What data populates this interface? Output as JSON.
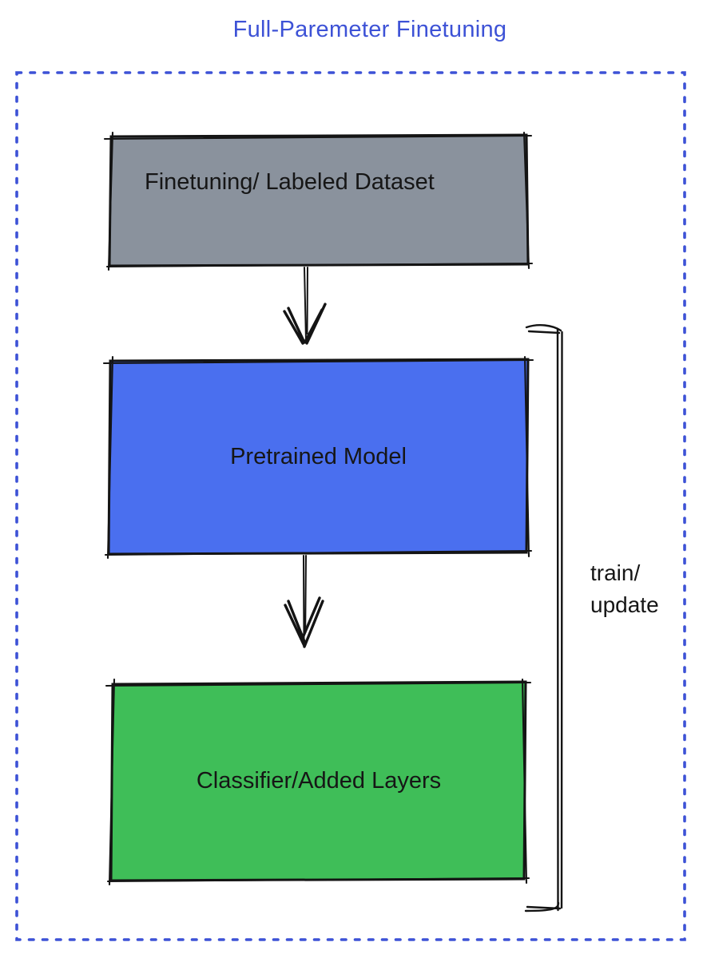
{
  "title": {
    "text": "Full-Paremeter Finetuning",
    "color": "#3D52D6"
  },
  "frame": {
    "style": "dotted",
    "color": "#3D52D6"
  },
  "nodes": [
    {
      "id": "finetuning-dataset",
      "label": "Finetuning/ Labeled Dataset",
      "fill": "#8A929D",
      "text_color": "#161616"
    },
    {
      "id": "pretrained-model",
      "label": "Pretrained Model",
      "fill": "#4A6FEF",
      "text_color": "#161616"
    },
    {
      "id": "classifier-added-layers",
      "label": "Classifier/Added Layers",
      "fill": "#3FBE58",
      "text_color": "#161616"
    }
  ],
  "edges": [
    {
      "from": "finetuning-dataset",
      "to": "pretrained-model",
      "style": "hand-drawn-arrow-down"
    },
    {
      "from": "pretrained-model",
      "to": "classifier-added-layers",
      "style": "hand-drawn-arrow-down"
    }
  ],
  "bracket": {
    "label_lines": [
      "train/",
      "update"
    ],
    "color": "#141414"
  }
}
